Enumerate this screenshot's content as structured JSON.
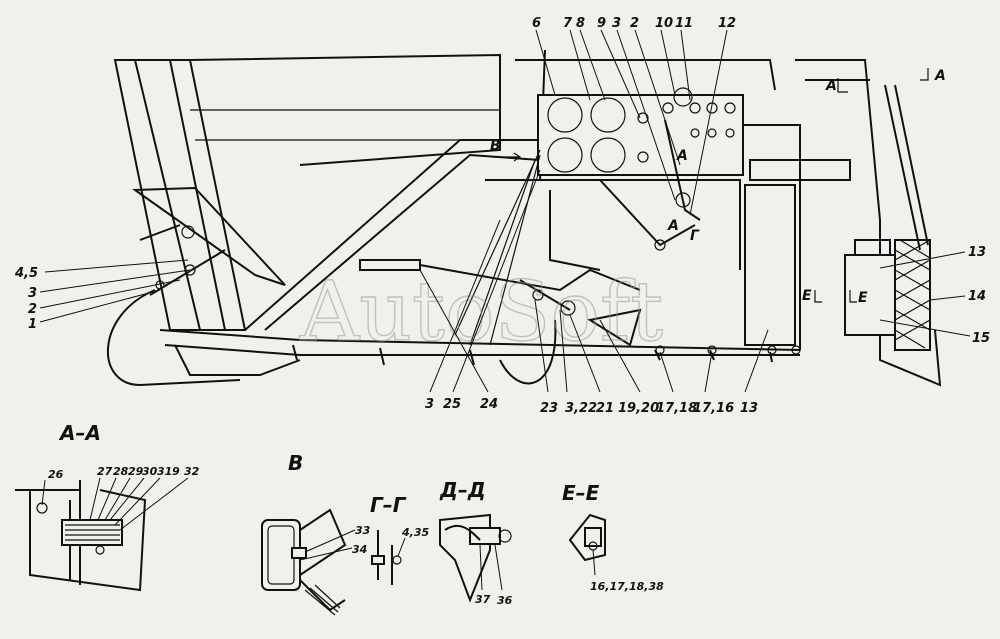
{
  "watermark": "AutoSoft",
  "colors": {
    "paper": "#f1f0ec",
    "ink": "#111111",
    "hatch": "#333333"
  },
  "labels_main_top": [
    "6",
    "7",
    "8",
    "9",
    "3",
    "2",
    "10",
    "11",
    "12"
  ],
  "labels_left": [
    "4,5",
    "3",
    "2",
    "1"
  ],
  "labels_bottom": [
    "3",
    "25",
    "24",
    "23",
    "3,22",
    "21",
    "19,20",
    "17,18",
    "17,16",
    "13"
  ],
  "labels_right": [
    "13",
    "14",
    "15"
  ],
  "marks": {
    "a_left": "А",
    "a_right": "А",
    "e_left": "Е",
    "e_right": "Е",
    "b_arrow": "В",
    "g": "Г",
    "a_panel": "А",
    "a_mid": "А"
  },
  "sections": {
    "aa": {
      "title": "А–А",
      "labels": [
        "26",
        "27",
        "28",
        "29",
        "30",
        "31",
        "9",
        "32"
      ]
    },
    "b": {
      "title": "В",
      "labels": [
        "33",
        "34"
      ]
    },
    "gg": {
      "title": "Г–Г",
      "labels": [
        "4,35"
      ]
    },
    "dd": {
      "title": "Д–Д",
      "labels": [
        "37",
        "36"
      ]
    },
    "ee": {
      "title": "Е–Е",
      "labels": [
        "16,17,18,38"
      ]
    }
  }
}
